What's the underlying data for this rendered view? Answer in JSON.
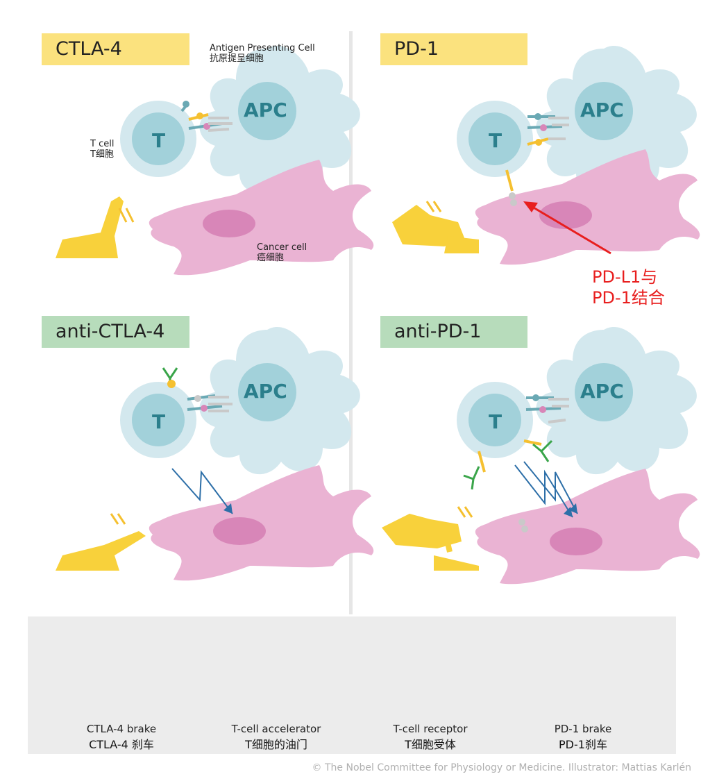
{
  "panels": {
    "ctla4": {
      "title": "CTLA-4"
    },
    "pd1": {
      "title": "PD-1"
    },
    "anti_ctla4": {
      "title": "anti-CTLA-4"
    },
    "anti_pd1": {
      "title": "anti-PD-1"
    }
  },
  "labels": {
    "apc_en": "Antigen Presenting Cell",
    "apc_zh": "抗原提呈细胞",
    "tcell_en": "T cell",
    "tcell_zh": "T细胞",
    "cancer_en": "Cancer cell",
    "cancer_zh": "癌细胞",
    "apc_letter": "APC",
    "t_letter": "T"
  },
  "annotation": {
    "line1": "PD-L1与",
    "line2": "PD-1结合"
  },
  "legend": [
    {
      "en": "CTLA-4 brake",
      "zh": "CTLA-4 刹车"
    },
    {
      "en": "T-cell accelerator",
      "zh": "T细胞的油门"
    },
    {
      "en": "T-cell receptor",
      "zh": "T细胞受体"
    },
    {
      "en": "PD-1 brake",
      "zh": "PD-1刹车"
    }
  ],
  "copyright": "© The Nobel Committee for Physiology or Medicine. Illustrator: Mattias Karlén",
  "colors": {
    "apc": "#d3e8ee",
    "tcell_outer": "#d3e8ee",
    "tcell_inner": "#a2d1da",
    "cancer": "#eab3d3",
    "nucleus": "#d886b8",
    "brake_yellow": "#f5c030",
    "antibody_green": "#3aa54a",
    "arrow_blue": "#2d6fa8",
    "annotation_red": "#e81e1e"
  }
}
